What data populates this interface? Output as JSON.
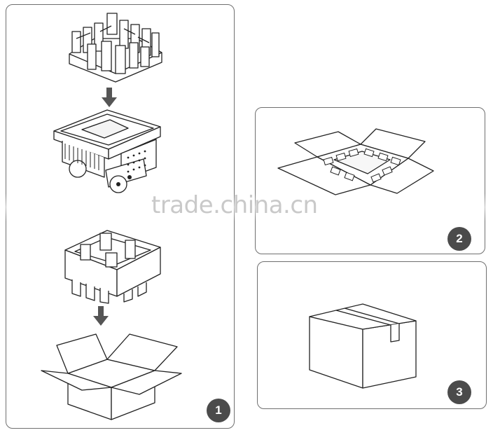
{
  "panels": [
    {
      "badge": "1"
    },
    {
      "badge": "2"
    },
    {
      "badge": "3"
    }
  ],
  "watermark": {
    "text": "trade.china.cn"
  }
}
